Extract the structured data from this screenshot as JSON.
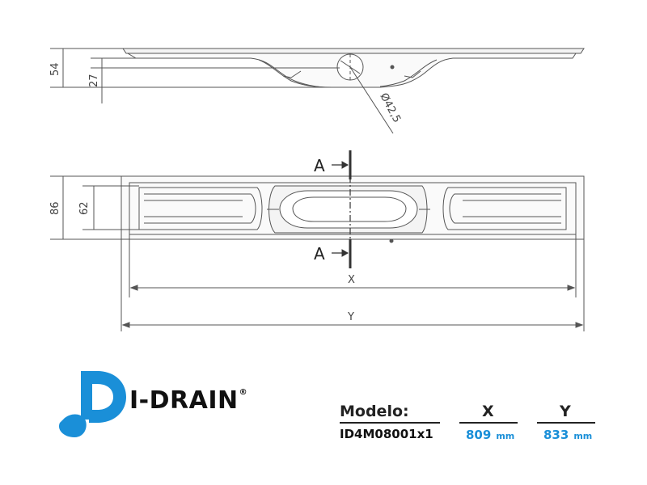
{
  "drawing": {
    "dims": {
      "height_total": "54",
      "height_body": "27",
      "diameter": "Ø42,5",
      "width_outer": "86",
      "width_inner": "62",
      "x_label": "X",
      "y_label": "Y"
    },
    "section_label": "A"
  },
  "brand": {
    "name": "I-DRAIN",
    "reg": "®",
    "color": "#1a8fd8"
  },
  "spec": {
    "model_label": "Modelo:",
    "model_value": "ID4M08001x1",
    "x_label": "X",
    "x_value": "809",
    "x_unit": "mm",
    "y_label": "Y",
    "y_value": "833",
    "y_unit": "mm"
  }
}
